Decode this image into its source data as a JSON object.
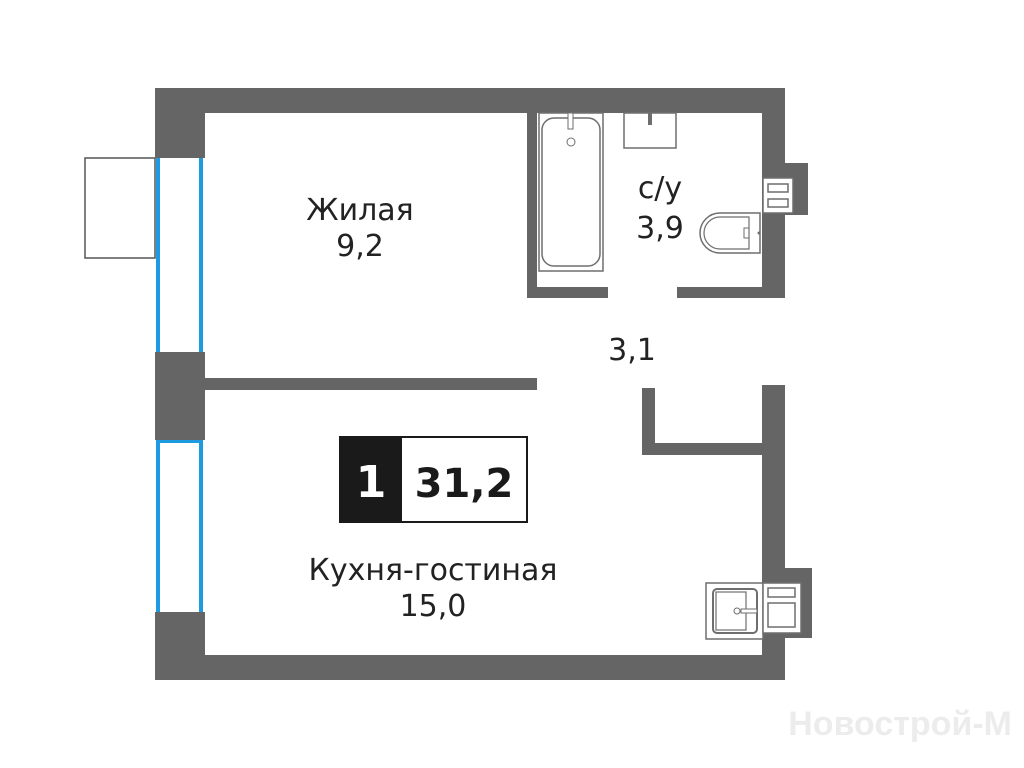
{
  "plan": {
    "rooms": [
      {
        "name": "Жилая",
        "area": "9,2"
      },
      {
        "name": "с/у",
        "area": "3,9"
      },
      {
        "name": "",
        "area": "3,1"
      },
      {
        "name": "Кухня-гостиная",
        "area": "15,0"
      }
    ],
    "badge": {
      "rooms_count": "1",
      "total_area": "31,2"
    },
    "watermark": "Новострой-М",
    "colors": {
      "wall": "#656565",
      "window": "#1e9be0",
      "badge": "#1a1a1a"
    }
  }
}
